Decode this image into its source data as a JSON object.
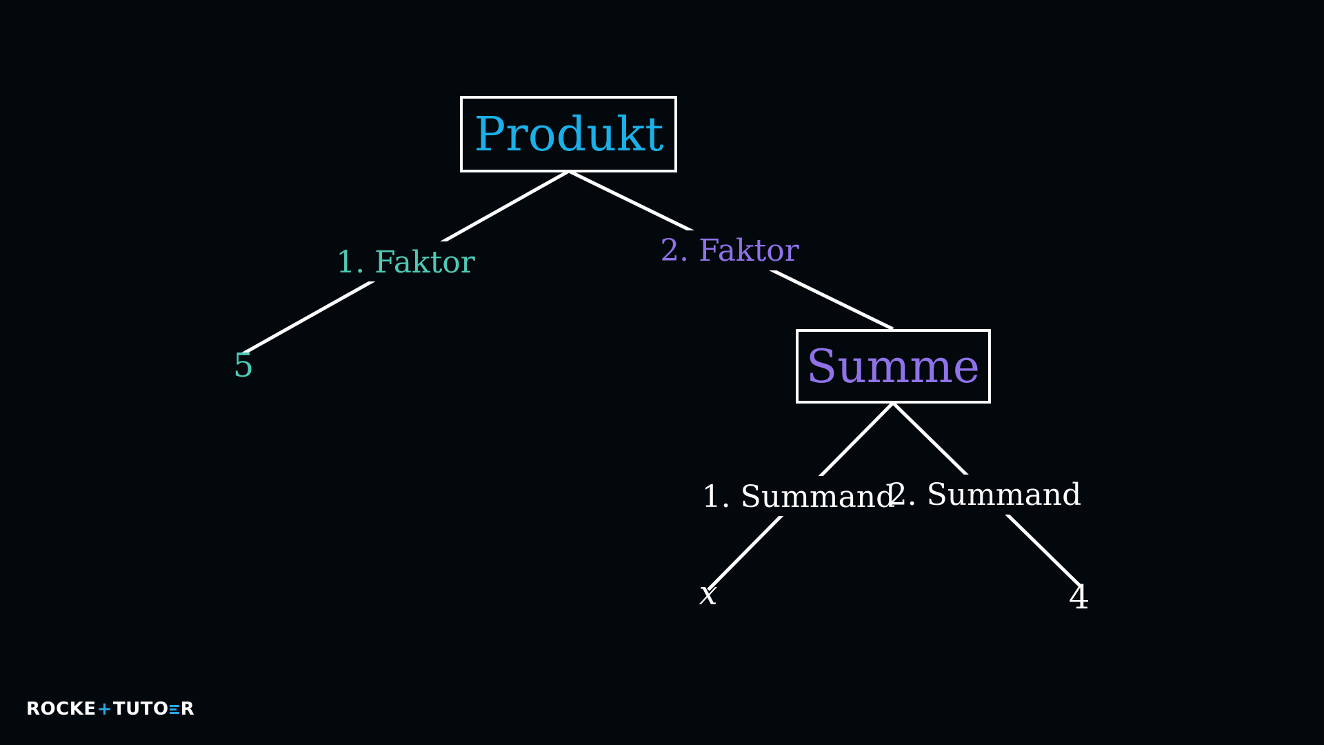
{
  "diagram": {
    "nodes": [
      {
        "id": "produkt",
        "text": "Produkt",
        "boxed": true,
        "color": "#1ab0e8"
      },
      {
        "id": "summe",
        "text": "Summe",
        "boxed": true,
        "color": "#8f72e8"
      },
      {
        "id": "five",
        "text": "5",
        "boxed": false,
        "color": "#4fc9b5"
      },
      {
        "id": "x",
        "text": "x",
        "boxed": false,
        "italic": true,
        "color": "#ffffff"
      },
      {
        "id": "four",
        "text": "4",
        "boxed": false,
        "color": "#ffffff"
      }
    ],
    "edges": [
      {
        "from": "produkt",
        "to": "five",
        "label": "1. Faktor",
        "color": "#4fc9b5"
      },
      {
        "from": "produkt",
        "to": "summe",
        "label": "2. Faktor",
        "color": "#8f72e8"
      },
      {
        "from": "summe",
        "to": "x",
        "label": "1. Summand",
        "color": "#ffffff"
      },
      {
        "from": "summe",
        "to": "four",
        "label": "2. Summand",
        "color": "#ffffff"
      }
    ]
  },
  "logo": {
    "text_left": "ROCKE",
    "plus": "+",
    "text_right": "TUTO",
    "tail": "R"
  },
  "colors": {
    "background": "#03080d",
    "line": "#ffffff",
    "logo_accent": "#2aa8e6"
  }
}
